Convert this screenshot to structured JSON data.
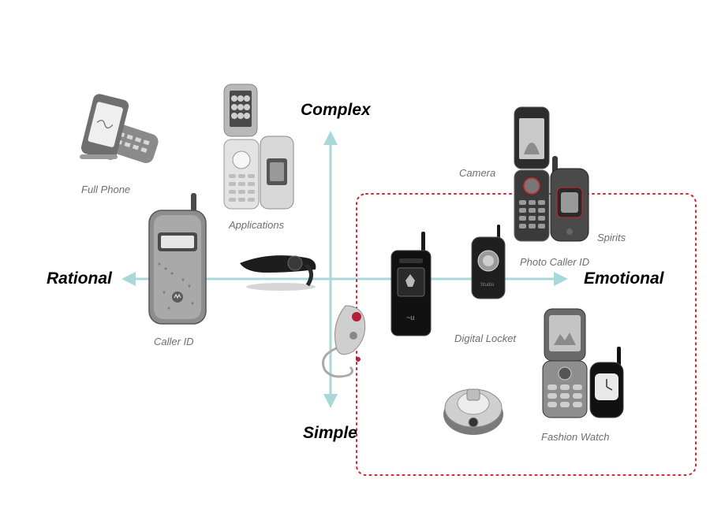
{
  "axes": {
    "top": "Complex",
    "bottom": "Simple",
    "left": "Rational",
    "right": "Emotional"
  },
  "colors": {
    "axis": "#a8d8d8",
    "highlight_border": "#d9232e",
    "caption": "#6e6e6e",
    "screen_highlight": "#d9232e"
  },
  "products": [
    {
      "label": "Full Phone",
      "icon": "slider-qwerty-phone-icon"
    },
    {
      "label": "Applications",
      "icon": "flip-phone-pair-icon"
    },
    {
      "label": "Camera",
      "icon": "camera-flip-phone-icon"
    },
    {
      "label": "Spirits",
      "icon": "small-flip-phone-icon"
    },
    {
      "label": "Photo Caller ID",
      "icon": "round-screen-phone-icon"
    },
    {
      "label": "Caller ID",
      "icon": "clamshell-phone-icon"
    },
    {
      "label": "Digital Locket",
      "icon": "bar-phone-icon"
    },
    {
      "label": "Fashion Watch",
      "icon": "watch-phone-pair-icon"
    }
  ],
  "extra_devices": [
    {
      "icon": "bluetooth-headset-icon"
    },
    {
      "icon": "earpiece-headset-icon"
    },
    {
      "icon": "dome-pendant-icon"
    }
  ]
}
